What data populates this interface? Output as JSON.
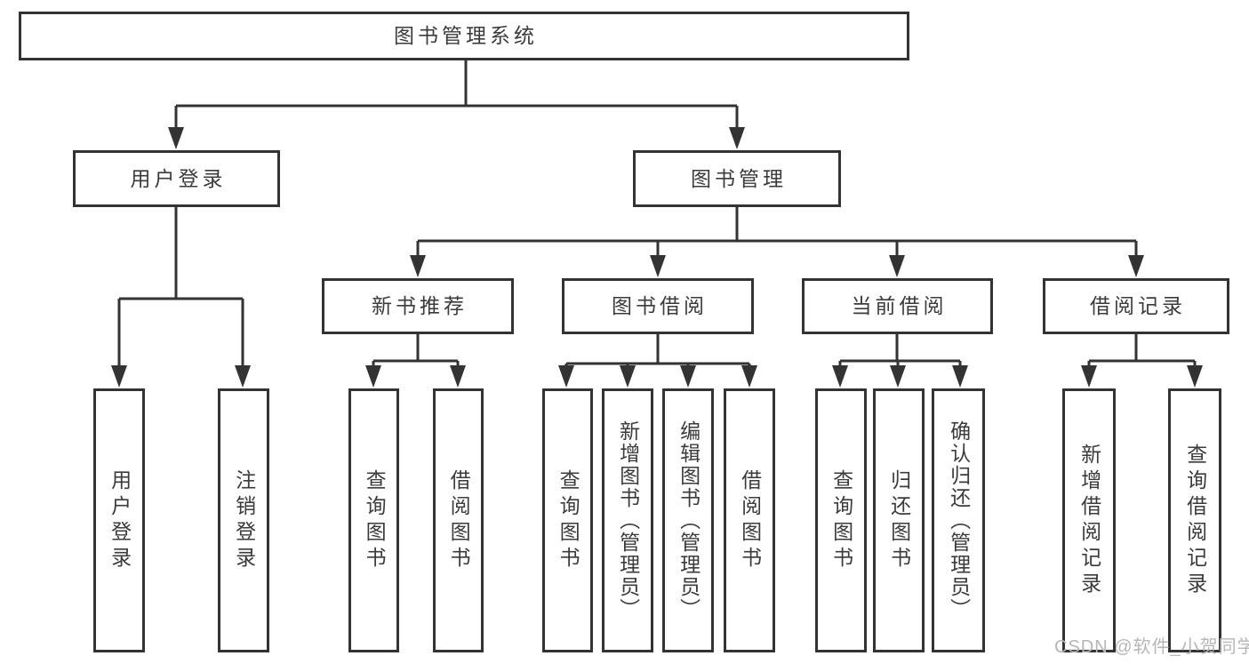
{
  "diagram": {
    "root": {
      "label": "图书管理系统"
    },
    "level2": [
      {
        "id": "user-login",
        "label": "用户登录"
      },
      {
        "id": "book-management",
        "label": "图书管理"
      }
    ],
    "level3": [
      {
        "id": "new-book-recommend",
        "label": "新书推荐",
        "parent": "book-management"
      },
      {
        "id": "book-borrow",
        "label": "图书借阅",
        "parent": "book-management"
      },
      {
        "id": "current-borrow",
        "label": "当前借阅",
        "parent": "book-management"
      },
      {
        "id": "borrow-record",
        "label": "借阅记录",
        "parent": "book-management"
      }
    ],
    "leaves": [
      {
        "parent": "user-login",
        "label": "用户登录"
      },
      {
        "parent": "user-login",
        "label": "注销登录"
      },
      {
        "parent": "new-book-recommend",
        "label": "查询图书"
      },
      {
        "parent": "new-book-recommend",
        "label": "借阅图书"
      },
      {
        "parent": "book-borrow",
        "label": "查询图书"
      },
      {
        "parent": "book-borrow",
        "label": "新增图书（管理员）"
      },
      {
        "parent": "book-borrow",
        "label": "编辑图书（管理员）"
      },
      {
        "parent": "book-borrow",
        "label": "借阅图书"
      },
      {
        "parent": "current-borrow",
        "label": "查询图书"
      },
      {
        "parent": "current-borrow",
        "label": "归还图书"
      },
      {
        "parent": "current-borrow",
        "label": "确认归还（管理员）"
      },
      {
        "parent": "borrow-record",
        "label": "新增借阅记录"
      },
      {
        "parent": "borrow-record",
        "label": "查询借阅记录"
      }
    ],
    "colors": {
      "line": "#333333",
      "text": "#3b3b3b",
      "watermark": "#b6b6b6",
      "background": "#ffffff"
    },
    "watermark": "CSDN @软件_小贺同学"
  }
}
